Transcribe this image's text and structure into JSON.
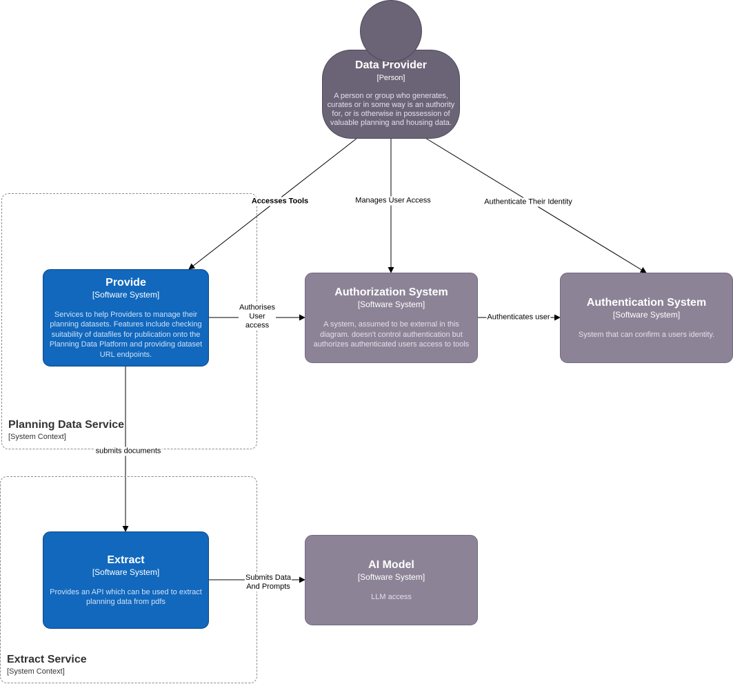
{
  "person": {
    "name": "Data Provider",
    "type": "[Person]",
    "description": "A person or group who generates, curates or in some way is an authority for, or is otherwise in possession of valuable planning and housing data."
  },
  "boundaries": {
    "planning": {
      "title": "Planning Data Service",
      "subtitle": "[System Context]"
    },
    "extract": {
      "title": "Extract Service",
      "subtitle": "[System Context]"
    }
  },
  "systems": {
    "provide": {
      "name": "Provide",
      "type": "[Software System]",
      "description": "Services to help Providers to manage their planning datasets. Features include checking suitability of datafiles for publication onto the Planning Data Platform and providing dataset URL endpoints."
    },
    "authorization": {
      "name": "Authorization System",
      "type": "[Software System]",
      "description": "A system, assumed to be external in this diagram. doesn't control authentication but authorizes authenticated users access to tools"
    },
    "authentication": {
      "name": "Authentication System",
      "type": "[Software System]",
      "description": "System that can confirm a users identity."
    },
    "extract": {
      "name": "Extract",
      "type": "[Software System]",
      "description": "Provides an API which can be used to extract planning data from pdfs"
    },
    "ai_model": {
      "name": "AI Model",
      "type": "[Software System]",
      "description": "LLM access"
    }
  },
  "relationships": {
    "accesses_tools": "Accesses Tools",
    "manages_user_access": "Manages User Access",
    "authenticate_identity": "Authenticate Their Identity",
    "authorises_user_access": "Authorises\nUser\naccess",
    "authenticates_user": "Authenticates user",
    "submits_documents": "submits documents",
    "submits_data_prompts": "Submits Data\nAnd Prompts"
  },
  "colors": {
    "internal_system": "#1168bd",
    "external_system": "#8c8496",
    "person": "#6b6477"
  }
}
